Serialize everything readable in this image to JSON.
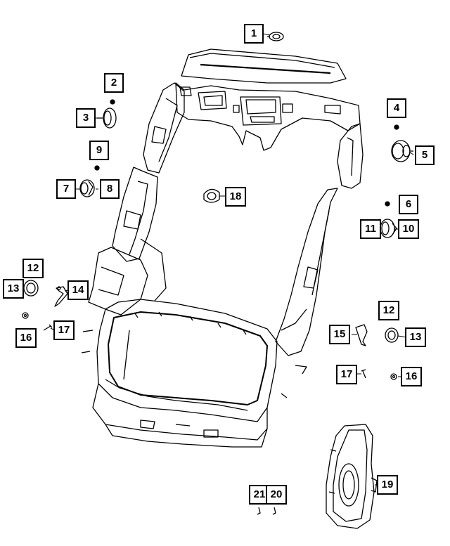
{
  "callouts": [
    {
      "id": "c1",
      "label": "1"
    },
    {
      "id": "c2",
      "label": "2"
    },
    {
      "id": "c3",
      "label": "3"
    },
    {
      "id": "c4",
      "label": "4"
    },
    {
      "id": "c5",
      "label": "5"
    },
    {
      "id": "c6",
      "label": "6"
    },
    {
      "id": "c7",
      "label": "7"
    },
    {
      "id": "c8",
      "label": "8"
    },
    {
      "id": "c9",
      "label": "9"
    },
    {
      "id": "c10",
      "label": "10"
    },
    {
      "id": "c11",
      "label": "11"
    },
    {
      "id": "c12a",
      "label": "12"
    },
    {
      "id": "c13a",
      "label": "13"
    },
    {
      "id": "c14",
      "label": "14"
    },
    {
      "id": "c16a",
      "label": "16"
    },
    {
      "id": "c17a",
      "label": "17"
    },
    {
      "id": "c12b",
      "label": "12"
    },
    {
      "id": "c13b",
      "label": "13"
    },
    {
      "id": "c15",
      "label": "15"
    },
    {
      "id": "c17b",
      "label": "17"
    },
    {
      "id": "c16b",
      "label": "16"
    },
    {
      "id": "c18",
      "label": "18"
    },
    {
      "id": "c19",
      "label": "19"
    },
    {
      "id": "c21",
      "label": "21"
    },
    {
      "id": "c20",
      "label": "20"
    }
  ]
}
